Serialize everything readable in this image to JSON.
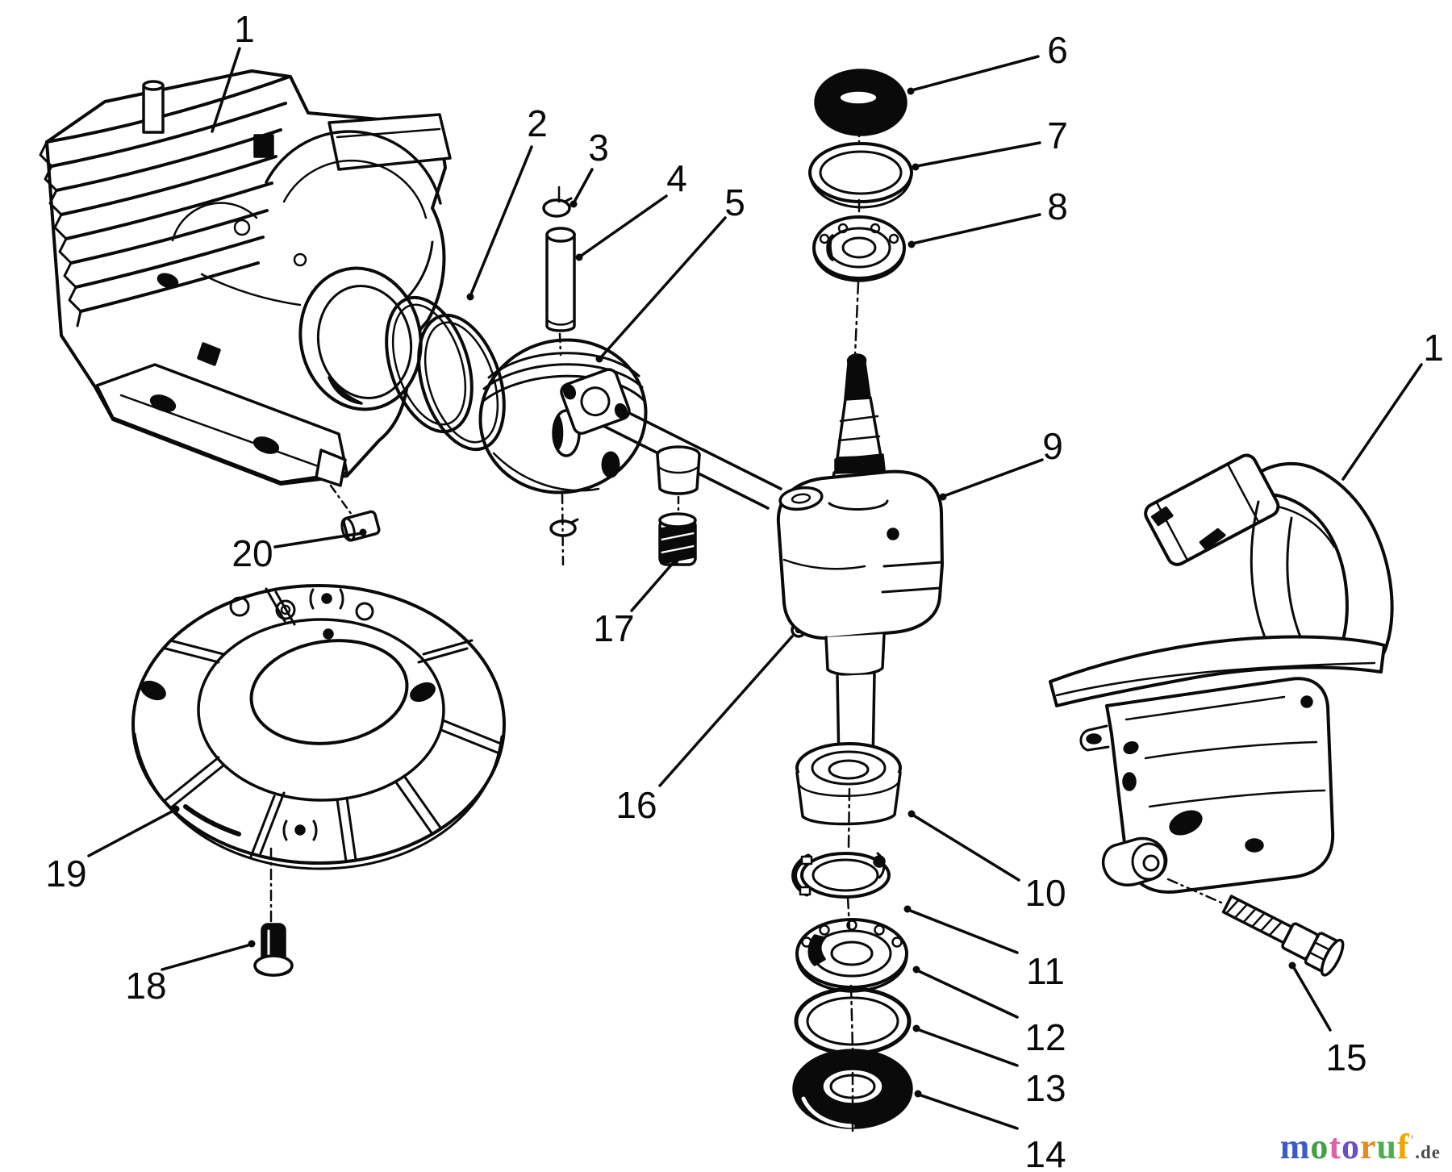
{
  "figure": {
    "background": "#ffffff",
    "ink": "#0a0a0a",
    "description_visible_text_only": true
  },
  "callouts": {
    "c1a": {
      "label": "1"
    },
    "c2": {
      "label": "2"
    },
    "c3": {
      "label": "3"
    },
    "c4": {
      "label": "4"
    },
    "c5": {
      "label": "5"
    },
    "c6": {
      "label": "6"
    },
    "c7": {
      "label": "7"
    },
    "c8": {
      "label": "8"
    },
    "c9": {
      "label": "9"
    },
    "c1b": {
      "label": "1"
    },
    "c10": {
      "label": "10"
    },
    "c11": {
      "label": "11"
    },
    "c12": {
      "label": "12"
    },
    "c13": {
      "label": "13"
    },
    "c14": {
      "label": "14"
    },
    "c15": {
      "label": "15"
    },
    "c16": {
      "label": "16"
    },
    "c17": {
      "label": "17"
    },
    "c18": {
      "label": "18"
    },
    "c19": {
      "label": "19"
    },
    "c20": {
      "label": "20"
    }
  },
  "watermark": {
    "letters": [
      {
        "char": "m",
        "color": "#3c5bc7"
      },
      {
        "char": "o",
        "color": "#43a047"
      },
      {
        "char": "t",
        "color": "#e060a8"
      },
      {
        "char": "o",
        "color": "#6a4fc1"
      },
      {
        "char": "r",
        "color": "#e98a1c"
      },
      {
        "char": "u",
        "color": "#4caf50"
      },
      {
        "char": "f",
        "color": "#f0a500"
      }
    ],
    "tick": "'",
    "suffix": ".de",
    "suffix_color": "#4a4a4a"
  }
}
